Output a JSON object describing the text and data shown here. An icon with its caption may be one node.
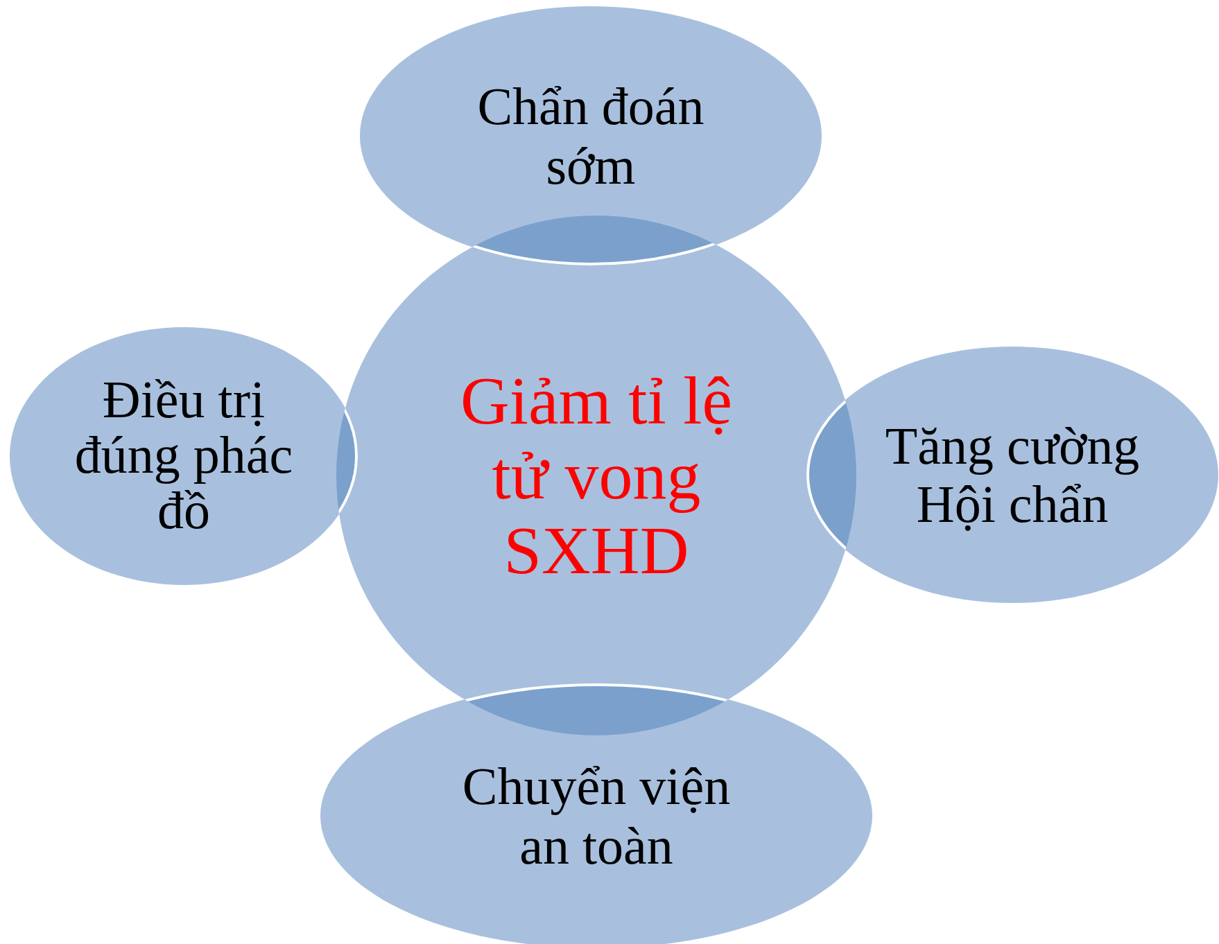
{
  "diagram": {
    "nodes": [
      {
        "text": [
          "Chẩn đoán sớm"
        ]
      },
      {
        "text": [
          "Điều trị đúng phác đồ"
        ]
      },
      {
        "text": [
          "Giảm tỉ lệ tử vong SXHD"
        ]
      },
      {
        "text": [
          "Tăng cường Hội chẩn"
        ]
      },
      {
        "text": [
          "Chuyển viện an toàn"
        ]
      }
    ]
  }
}
